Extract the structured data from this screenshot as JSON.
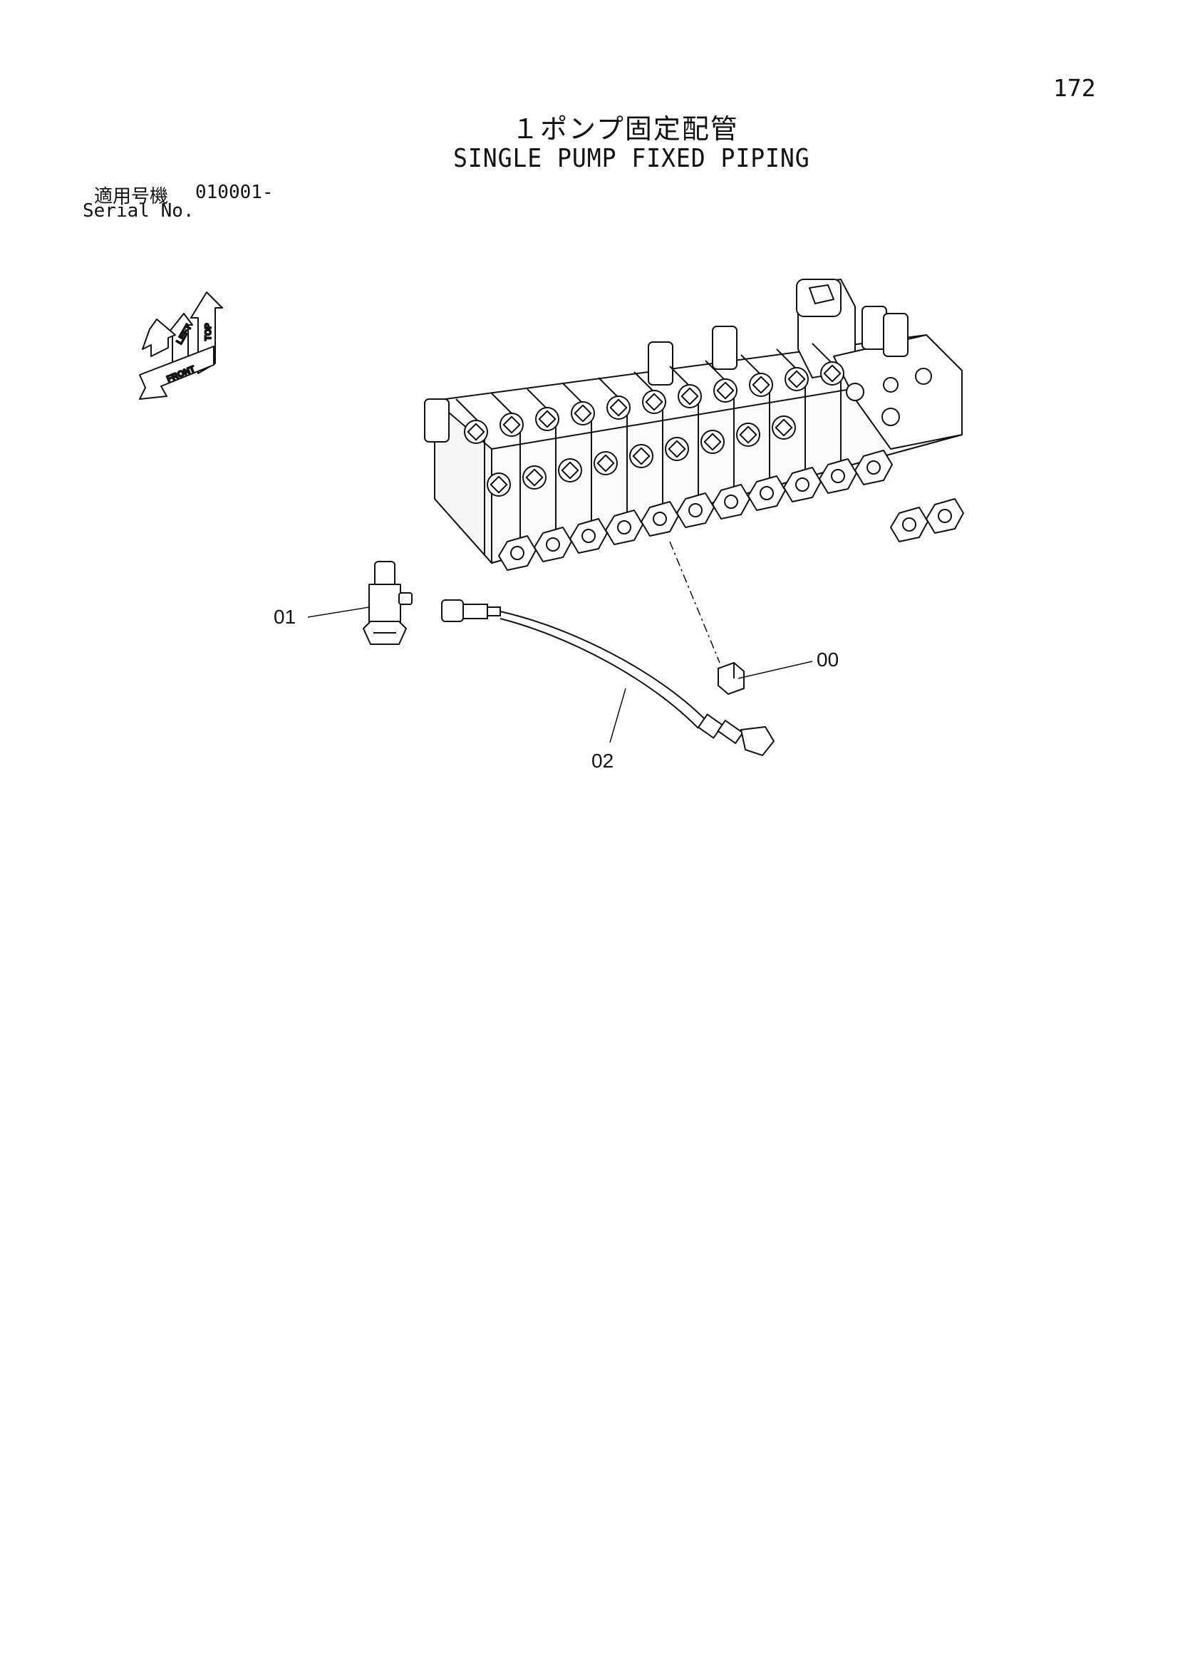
{
  "page": {
    "number": "172",
    "title_jp": "１ポンプ固定配管",
    "title_en": "SINGLE PUMP FIXED PIPING",
    "serial_label_jp": "適用号機",
    "serial_range": "010001-",
    "serial_label_en": "Serial No."
  },
  "orientation": {
    "top": "TOP",
    "left": "LEFT",
    "front": "FRONT"
  },
  "callouts": {
    "c00": "00",
    "c01": "01",
    "c02": "02"
  }
}
